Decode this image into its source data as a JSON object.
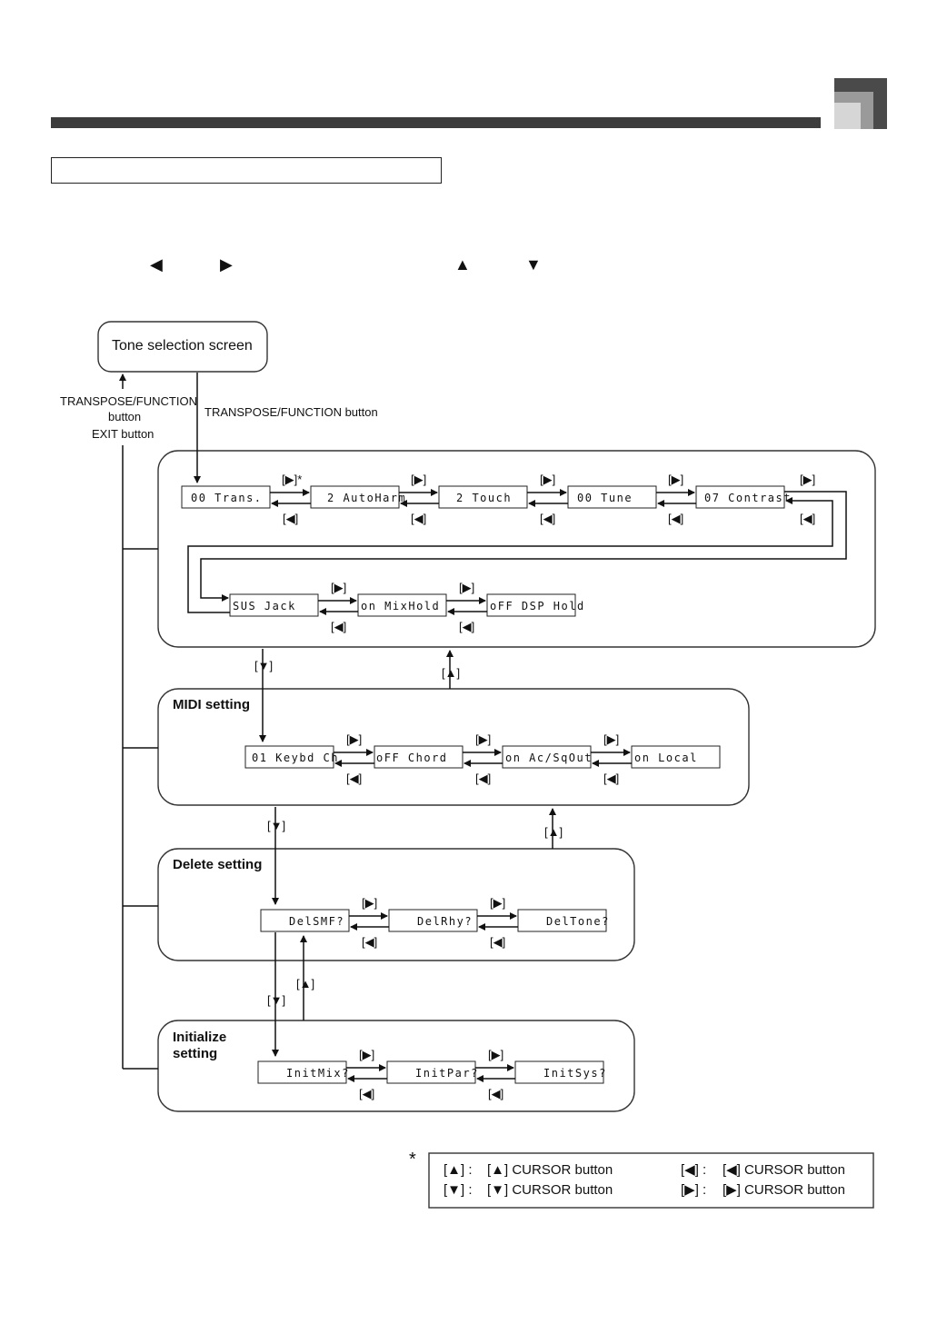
{
  "nav_glyphs": {
    "left": "◀",
    "right": "▶",
    "up": "▲",
    "down": "▼"
  },
  "tone_screen": {
    "label": "Tone selection screen"
  },
  "labels": {
    "transpose_button_left": "TRANSPOSE/FUNCTION",
    "button_word": "button",
    "exit_button": "EXIT button",
    "transpose_button_right": "TRANSPOSE/FUNCTION button"
  },
  "buttons": {
    "right": "[▶]",
    "right_star": "[▶]*",
    "left": "[◀]",
    "up": "[▲]",
    "down": "[▼]"
  },
  "groups": {
    "midi": "MIDI setting",
    "delete": "Delete setting",
    "initialize_line1": "Initialize",
    "initialize_line2": "setting"
  },
  "lcd": {
    "trans": "00 Trans.",
    "autoharm": "2 AutoHarm",
    "touch": "2 Touch",
    "tune": "00 Tune",
    "contrast": "07 Contrast",
    "sus": "SUS Jack",
    "mixhold": "on MixHold",
    "dsphold": "oFF DSP Hold",
    "keybd": "01 Keybd Ch",
    "chord": "oFF Chord",
    "acsq": "on Ac/SqOut",
    "local": "on Local",
    "delsmf": "DelSMF?",
    "delrhy": "DelRhy?",
    "deltone": "DelTone?",
    "initmix": "InitMix?",
    "initpar": "InitPar?",
    "initsys": "InitSys?"
  },
  "legend": {
    "asterisk": "*",
    "up_key": "[▲] :",
    "up_desc": "[▲] CURSOR button",
    "down_key": "[▼] :",
    "down_desc": "[▼] CURSOR button",
    "left_key": "[◀] :",
    "left_desc": "[◀] CURSOR button",
    "right_key": "[▶] :",
    "right_desc": "[▶] CURSOR button"
  }
}
